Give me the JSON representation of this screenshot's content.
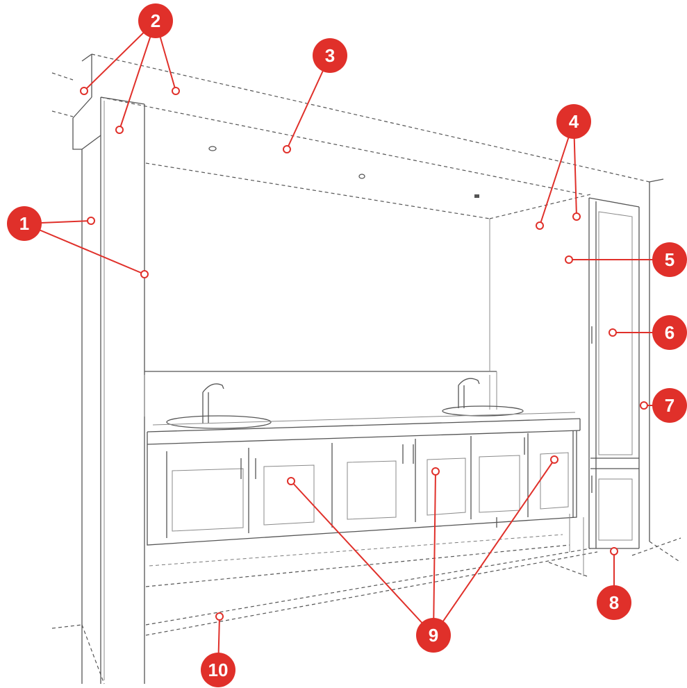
{
  "callouts": [
    {
      "number": "1"
    },
    {
      "number": "2"
    },
    {
      "number": "3"
    },
    {
      "number": "4"
    },
    {
      "number": "5"
    },
    {
      "number": "6"
    },
    {
      "number": "7"
    },
    {
      "number": "8"
    },
    {
      "number": "9"
    },
    {
      "number": "10"
    }
  ],
  "colors": {
    "callout": "#e0302a",
    "linework": "#555555",
    "background": "#ffffff"
  }
}
